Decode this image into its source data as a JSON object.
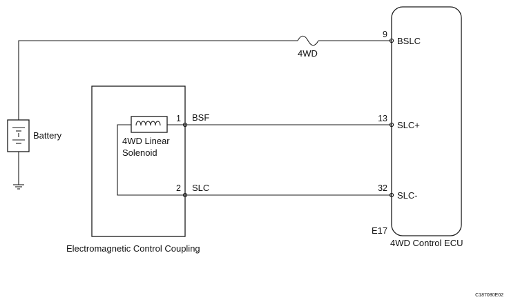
{
  "ecu": {
    "name": "4WD Control ECU",
    "connector": "E17",
    "pins": {
      "bslc": {
        "number": "9",
        "label": "BSLC"
      },
      "slc_plus": {
        "number": "13",
        "label": "SLC+"
      },
      "slc_minus": {
        "number": "32",
        "label": "SLC-"
      }
    }
  },
  "coupling": {
    "name": "Electromagnetic Control Coupling",
    "solenoid_line1": "4WD Linear",
    "solenoid_line2": "Solenoid",
    "pins": {
      "bsf": {
        "number": "1",
        "label": "BSF"
      },
      "slc": {
        "number": "2",
        "label": "SLC"
      }
    }
  },
  "battery": {
    "label": "Battery"
  },
  "fuse": {
    "label": "4WD"
  },
  "figure_code": "C187080E02"
}
